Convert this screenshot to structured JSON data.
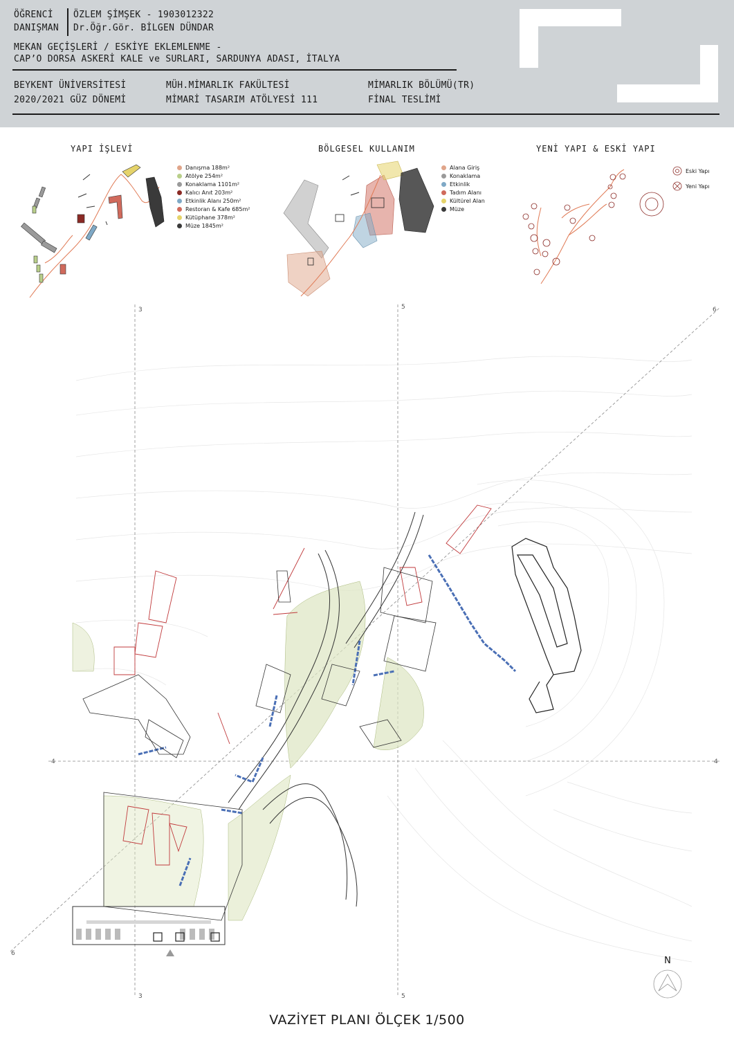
{
  "header": {
    "student_label": "ÖĞRENCİ",
    "advisor_label": "DANIŞMAN",
    "student_name": "ÖZLEM ŞİMŞEK - 1903012322",
    "advisor_name": "Dr.Öğr.Gör. BİLGEN DÜNDAR",
    "project_line1": "MEKAN GEÇİŞLERİ / ESKİYE EKLEMLENME -",
    "project_line2": "CAP’O DORSA ASKERİ KALE ve SURLARI, SARDUNYA ADASI, İTALYA",
    "university": "BEYKENT ÜNİVERSİTESİ",
    "term": "2020/2021 GÜZ DÖNEMİ",
    "faculty": "MÜH.MİMARLIK FAKÜLTESİ",
    "studio": "MİMARİ TASARIM ATÖLYESİ 111",
    "department": "MİMARLIK BÖLÜMÜ(TR)",
    "submission": "FİNAL TESLİMİ"
  },
  "diagrams": {
    "function": {
      "title": "YAPI İŞLEVİ",
      "legend": [
        {
          "label": "Danışma 188m²",
          "color": "#e0a58a"
        },
        {
          "label": "Atölye 254m²",
          "color": "#b9cf8a"
        },
        {
          "label": "Konaklama 1101m²",
          "color": "#9a9a9a"
        },
        {
          "label": "Kalıcı Anıt 203m²",
          "color": "#8b2a25"
        },
        {
          "label": "Etkinlik Alanı 250m²",
          "color": "#7fa9c6"
        },
        {
          "label": "Restoran & Kafe 685m²",
          "color": "#d06a5c"
        },
        {
          "label": "Kütüphane 378m²",
          "color": "#e5d36a"
        },
        {
          "label": "Müze 1845m²",
          "color": "#3a3a3a"
        }
      ]
    },
    "regional": {
      "title": "BÖLGESEL KULLANIM",
      "legend": [
        {
          "label": "Alana Giriş",
          "color": "#e0a58a"
        },
        {
          "label": "Konaklama",
          "color": "#9a9a9a"
        },
        {
          "label": "Etkinlik",
          "color": "#7fa9c6"
        },
        {
          "label": "Tadım Alanı",
          "color": "#d06a5c"
        },
        {
          "label": "Kültürel Alan",
          "color": "#e5d36a"
        },
        {
          "label": "Müze",
          "color": "#3a3a3a"
        }
      ]
    },
    "new_old": {
      "title": "YENİ YAPI & ESKİ YAPI",
      "legend": [
        {
          "label": "Eski Yapı",
          "icon": "circle-dot-icon"
        },
        {
          "label": "Yeni Yapı",
          "icon": "circle-cross-icon"
        }
      ]
    }
  },
  "site_plan": {
    "section_marks": {
      "top_left": "3",
      "top_mid": "5",
      "top_right": "6",
      "left": "4",
      "right": "4",
      "bottom_left": "6",
      "bottom_mid3": "3",
      "bottom_mid5": "5"
    },
    "north_label": "N",
    "title": "VAZİYET PLANI ÖLÇEK 1/500"
  },
  "colors": {
    "header_bg": "#cfd3d6",
    "accent_orange": "#e07a55",
    "plan_blue": "#4a6fb5",
    "plan_red": "#c0393b",
    "tree_green": "#c9d6a3"
  }
}
